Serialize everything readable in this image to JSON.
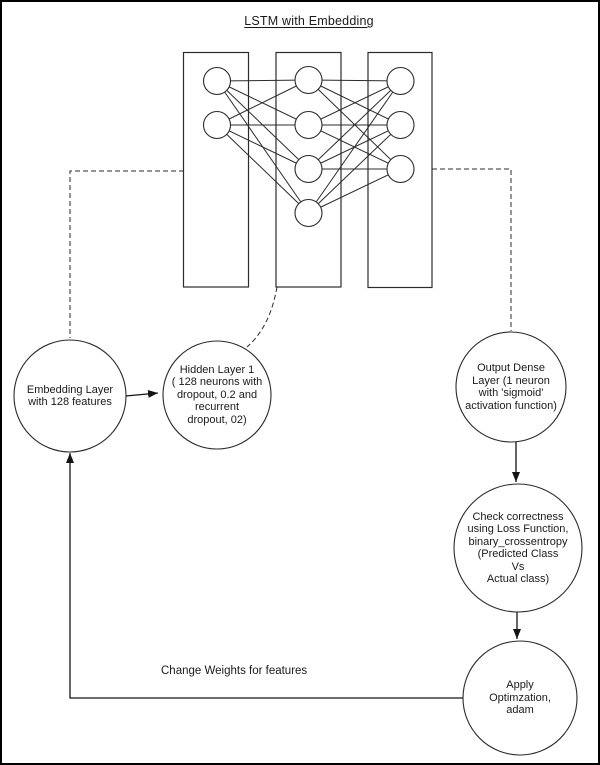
{
  "title": "LSTM with Embedding",
  "network": {
    "layers": [
      {
        "neurons": 2
      },
      {
        "neurons": 4
      },
      {
        "neurons": 3
      }
    ]
  },
  "nodes": {
    "embedding": {
      "label": "Embedding Layer\nwith 128 features"
    },
    "hidden": {
      "label": "Hidden Layer 1\n( 128 neurons with\ndropout, 0.2 and\nrecurrent\ndropout, 02)"
    },
    "output": {
      "label": "Output Dense\nLayer (1 neuron\nwith 'sigmoid'\nactivation function)"
    },
    "loss": {
      "label": "Check correctness\nusing Loss Function,\nbinary_crossentropy\n(Predicted Class\nVs\nActual class)"
    },
    "optimizer": {
      "label": "Apply\nOptimzation,\nadam"
    }
  },
  "annotations": {
    "feedback_label": "Change Weights for features"
  },
  "colors": {
    "line": "#2b2b2b",
    "background": "#ffffff",
    "border": "#000000"
  }
}
